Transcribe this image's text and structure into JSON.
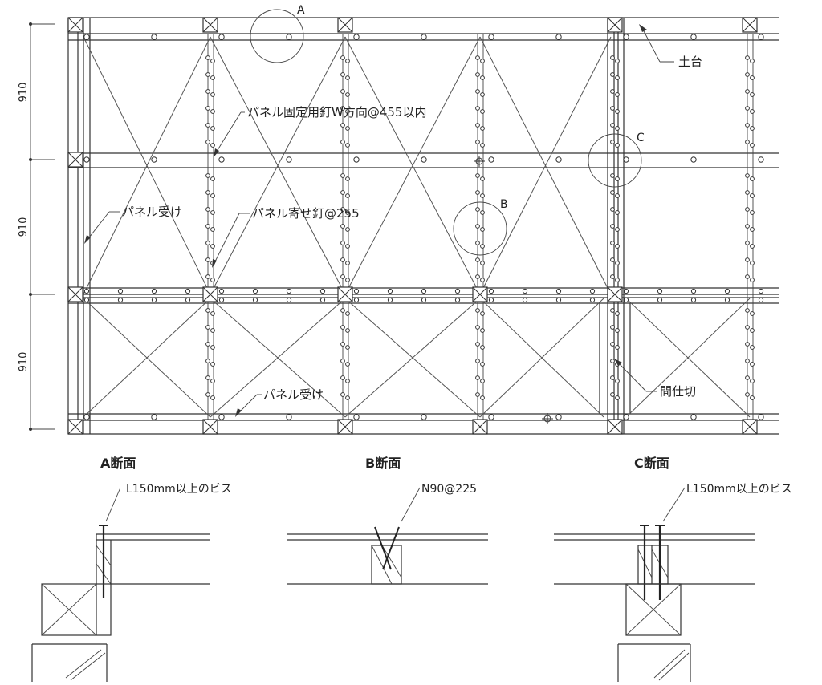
{
  "plan": {
    "dimensions": [
      "910",
      "910",
      "910"
    ],
    "markers": {
      "a": "A",
      "b": "B",
      "c": "C"
    },
    "labels": {
      "dodai": "土台",
      "fixing_nail": "パネル固定用釘W方向@455以内",
      "panel_receiver_1": "パネル受け",
      "panel_joint_nail": "パネル寄せ釘@255",
      "panel_receiver_2": "パネル受け",
      "partition": "間仕切"
    }
  },
  "sections": [
    {
      "title": "A断面",
      "note": "L150mm以上のビス"
    },
    {
      "title": "B断面",
      "note": "N90@225"
    },
    {
      "title": "C断面",
      "note": "L150mm以上のビス"
    }
  ],
  "colors": {
    "line": "#333333",
    "background": "#ffffff"
  }
}
